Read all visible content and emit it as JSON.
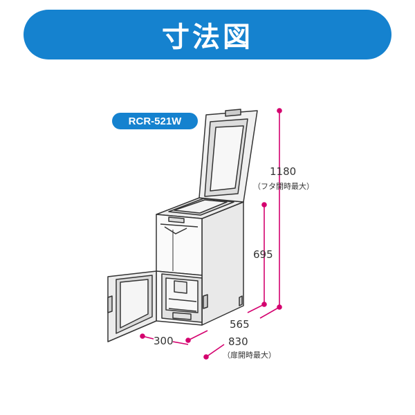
{
  "header": {
    "title": "寸法図"
  },
  "model": {
    "name": "RCR-521W"
  },
  "dimensions": {
    "open_lid_height": {
      "value": "1180",
      "note": "（フタ開時最大）"
    },
    "height": {
      "value": "695"
    },
    "depth": {
      "value": "565"
    },
    "door_open_depth": {
      "value": "830",
      "note": "（扉開時最大）"
    },
    "width": {
      "value": "300"
    }
  },
  "colors": {
    "banner": "#1582cf",
    "dimension_line": "#d4006e",
    "outline": "#333333"
  }
}
